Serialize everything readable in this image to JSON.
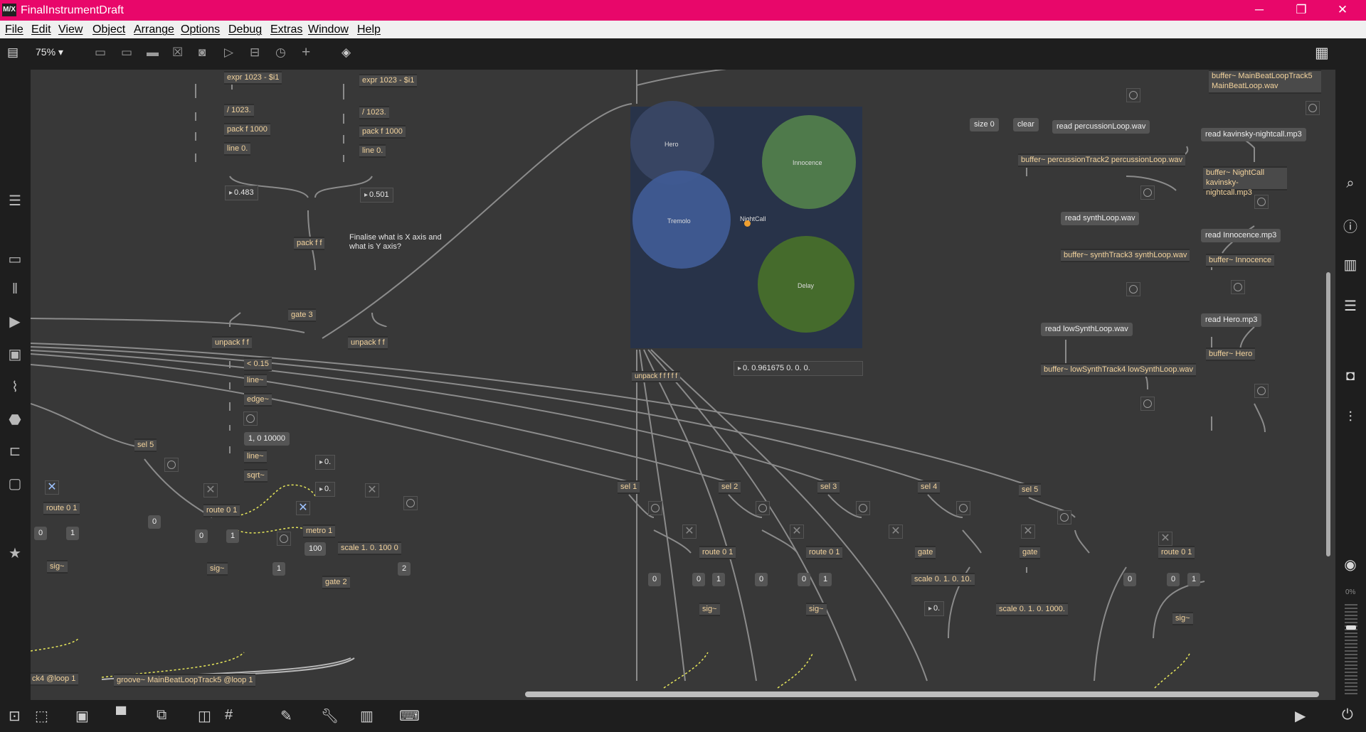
{
  "window": {
    "app_logo": "M/X",
    "title": "FinalInstrumentDraft",
    "minimize": "─",
    "maximize": "❐",
    "close": "✕"
  },
  "menu": [
    "File",
    "Edit",
    "View",
    "Object",
    "Arrange",
    "Options",
    "Debug",
    "Extras",
    "Window",
    "Help"
  ],
  "toolbar": {
    "zoom": "75% ▾"
  },
  "right_sidebar": {
    "volume_pct": "0%"
  },
  "objects": {
    "expr1": "expr 1023 - $i1",
    "expr2": "expr 1023 - $i1",
    "div1": "/ 1023.",
    "div2": "/ 1023.",
    "pack1": "pack f 1000",
    "pack2": "pack f 1000",
    "line1": "line 0.",
    "line2": "line 0.",
    "packff": "pack f f",
    "gate3": "gate 3",
    "unpack1": "unpack f f",
    "unpack2": "unpack f f",
    "lt": "< 0.15",
    "linetilde": "line~",
    "edge": "edge~",
    "line3": "line~",
    "sqrt": "sqrt~",
    "sel5a": "sel 5",
    "route1": "route 0 1",
    "route2": "route 0 1",
    "sig1": "sig~",
    "sig2": "sig~",
    "metro": "metro 1",
    "scale1": "scale 1. 0. 100 0",
    "gate2": "gate 2",
    "groove_left": "ck4 @loop 1",
    "groove": "groove~ MainBeatLoopTrack5 @loop 1",
    "unpack5": "unpack f f f f f",
    "sel1": "sel 1",
    "sel2": "sel 2",
    "sel3": "sel 3",
    "sel4": "sel 4",
    "sel5": "sel 5",
    "routeA": "route 0 1",
    "routeB": "route 0 1",
    "routeC": "route 0 1",
    "sigA": "sig~",
    "sigB": "sig~",
    "sigC": "sig~",
    "gateA": "gate",
    "gateB": "gate",
    "scaleA": "scale 0. 1. 0. 10.",
    "scaleB": "scale 0. 1. 0. 1000.",
    "buf_main": "buffer~ MainBeatLoopTrack5 MainBeatLoop.wav",
    "buf_perc": "buffer~ percussionTrack2 percussionLoop.wav",
    "buf_night": "buffer~ NightCall kavinsky-nightcall.mp3",
    "buf_synth": "buffer~ synthTrack3 synthLoop.wav",
    "buf_inno": "buffer~ Innocence",
    "buf_low": "buffer~ lowSynthTrack4 lowSynthLoop.wav",
    "buf_hero": "buffer~ Hero"
  },
  "numbers": {
    "n1": "0.483",
    "n2": "0.501",
    "nz1": "0.",
    "nz2": "0.",
    "nz3": "0."
  },
  "messages": {
    "m_ramp": "1, 0 10000",
    "m0a": "0",
    "m1a": "1",
    "m0b": "0",
    "m0c": "0",
    "m1b": "1",
    "m1c": "1",
    "m100": "100",
    "m2": "2",
    "size0": "size 0",
    "clear": "clear",
    "read_perc": "read percussionLoop.wav",
    "read_kav": "read kavinsky-nightcall.mp3",
    "read_synth": "read synthLoop.wav",
    "read_inno": "read Innocence.mp3",
    "read_low": "read lowSynthLoop.wav",
    "read_hero": "read Hero.mp3",
    "list_out": "0. 0.961675 0. 0. 0.",
    "mA0": "0",
    "mA0b": "0",
    "mA1": "1",
    "mB0": "0",
    "mB0b": "0",
    "mB1": "1",
    "mC0": "0",
    "mC0b": "0",
    "mC1": "1"
  },
  "comment": "Finalise what is X axis and what is Y axis?",
  "nodes": {
    "labels": [
      "Hero",
      "Innocence",
      "Tremolo",
      "NightCall",
      "Delay"
    ],
    "colors": {
      "hero": "#3a4766",
      "innocence": "#4f7a4b",
      "tremolo": "#3f5b94",
      "delay": "#456b2c",
      "knob": "#f0a030"
    }
  }
}
